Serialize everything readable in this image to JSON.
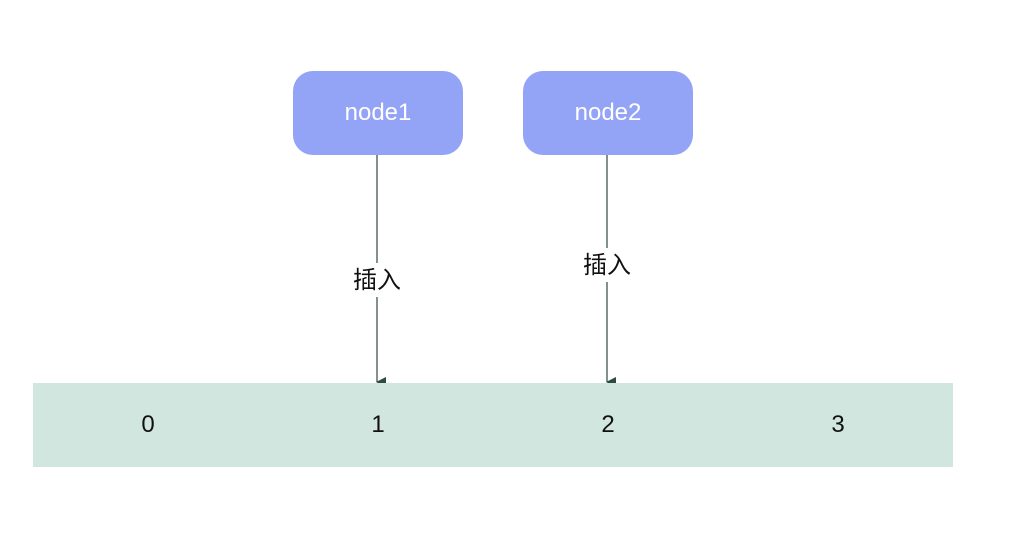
{
  "colors": {
    "node_fill": "#93a3f6",
    "array_fill": "#d0e6df",
    "arrow_color": "#2f4a3e"
  },
  "nodes": [
    {
      "label": "node1"
    },
    {
      "label": "node2"
    }
  ],
  "edges": [
    {
      "from": "node1",
      "to": "array-cell-1",
      "label": "插入"
    },
    {
      "from": "node2",
      "to": "array-cell-2",
      "label": "插入"
    }
  ],
  "array": {
    "cells": [
      "0",
      "1",
      "2",
      "3"
    ]
  }
}
